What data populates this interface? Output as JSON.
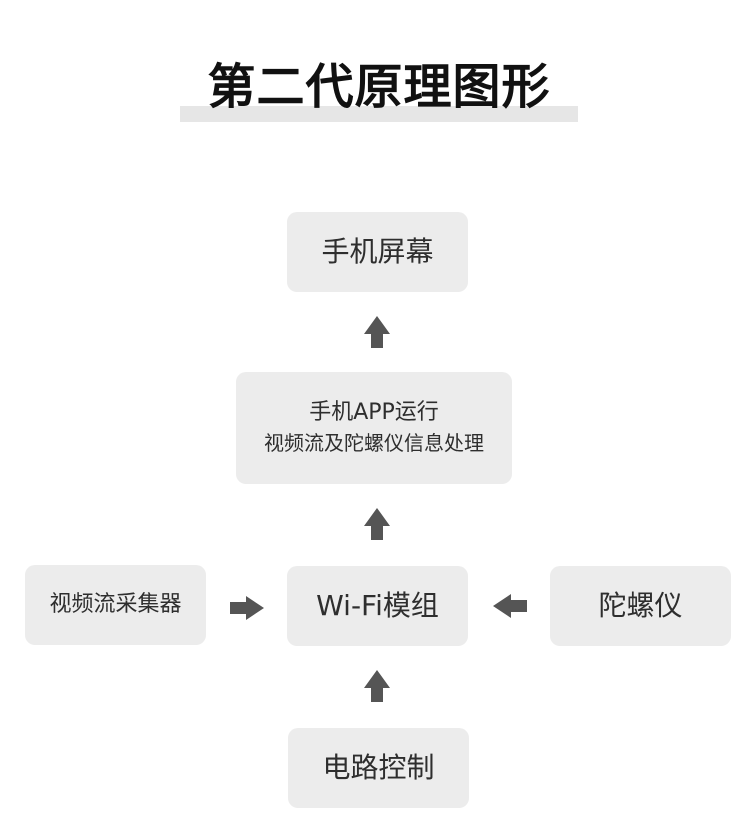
{
  "title": "第二代原理图形",
  "nodes": {
    "screen": {
      "label": "手机屏幕"
    },
    "app": {
      "line1": "手机APP运行",
      "line2": "视频流及陀螺仪信息处理"
    },
    "wifi": {
      "label": "Wi-Fi模组"
    },
    "capture": {
      "label": "视频流采集器"
    },
    "gyro": {
      "label": "陀螺仪"
    },
    "circuit": {
      "label": "电路控制"
    }
  },
  "colors": {
    "box_bg": "#ececec",
    "arrow": "#555555",
    "title_underline": "#e6e6e6"
  }
}
